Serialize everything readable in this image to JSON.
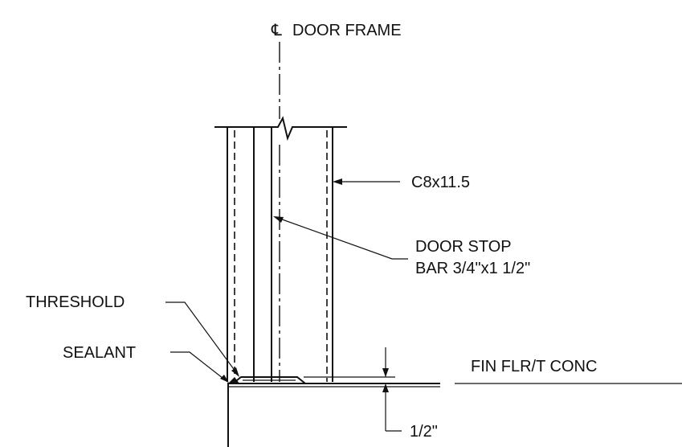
{
  "labels": {
    "centerline_symbol": "℄",
    "door_frame": "DOOR FRAME",
    "channel": "C8x11.5",
    "door_stop_line1": "DOOR STOP",
    "door_stop_line2": "BAR 3/4\"x1 1/2\"",
    "threshold": "THRESHOLD",
    "sealant": "SEALANT",
    "finish_floor": "FIN FLR/T CONC",
    "dimension": "1/2\""
  }
}
